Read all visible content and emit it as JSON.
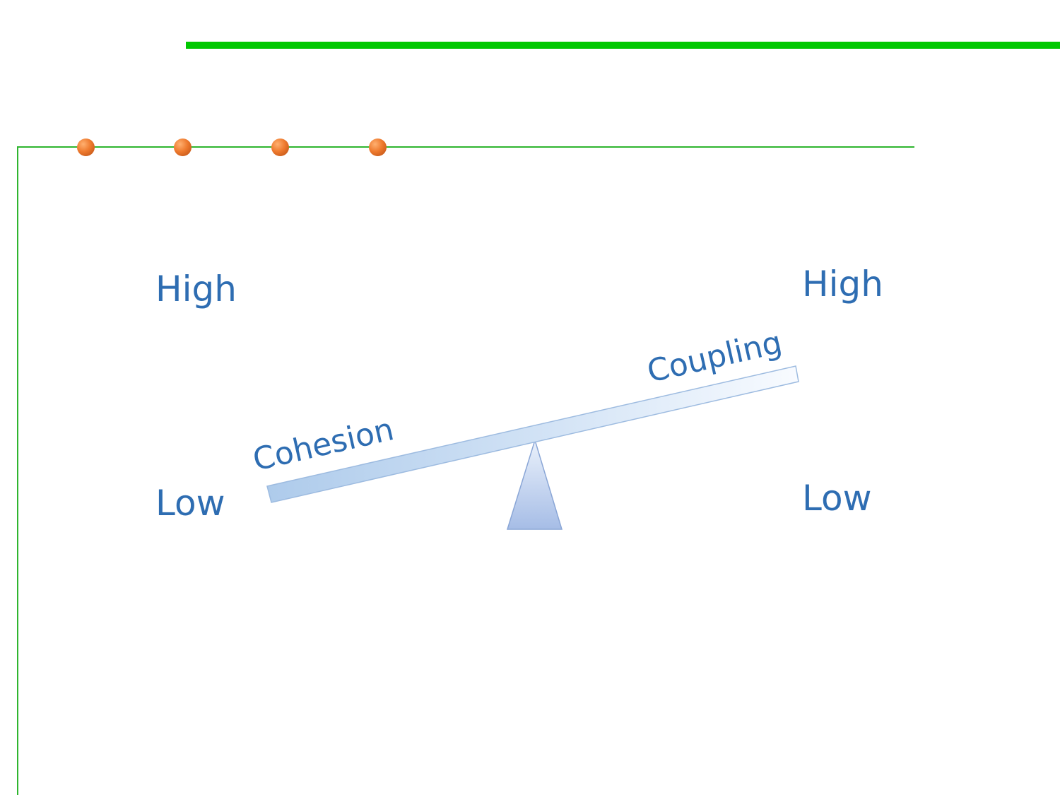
{
  "labels": {
    "left_high": "High",
    "left_low": "Low",
    "right_high": "High",
    "right_low": "Low"
  },
  "seesaw": {
    "left_label": "Cohesion",
    "right_label": "Coupling",
    "left_end_level": "Low",
    "right_end_level": "High"
  },
  "colors": {
    "accent_bar": "#00c800",
    "frame_line": "#2fb52f",
    "bullet_dot": "#ee7a2e",
    "text": "#2e6db2",
    "beam_light": "#f2f7fd",
    "beam_dark": "#aecbeb",
    "fulcrum": "#b3c9ec"
  }
}
